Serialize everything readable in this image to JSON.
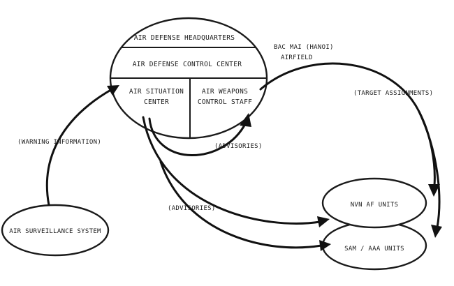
{
  "colors": {
    "ink": "#1a1a1a",
    "paper": "#ffffff"
  },
  "headquarters": {
    "top_label": "AIR DEFENSE HEADQUARTERS",
    "middle_label": "AIR DEFENSE CONTROL CENTER",
    "left_cell": [
      "AIR SITUATION",
      "CENTER"
    ],
    "right_cell": [
      "AIR WEAPONS",
      "CONTROL STAFF"
    ]
  },
  "airfield_label": [
    "BAC MAI (HANOI)",
    "AIRFIELD"
  ],
  "surveillance_label": "AIR SURVEILLANCE SYSTEM",
  "units": {
    "nvn_af": "NVN AF UNITS",
    "sam_aaa": "SAM / AAA UNITS"
  },
  "flows": {
    "warning": "(WARNING INFORMATION)",
    "advisories_upper": "(ADVISORIES)",
    "advisories_lower": "(ADVISORIES)",
    "target_assignments": "(TARGET ASSIGNMENTS)"
  }
}
